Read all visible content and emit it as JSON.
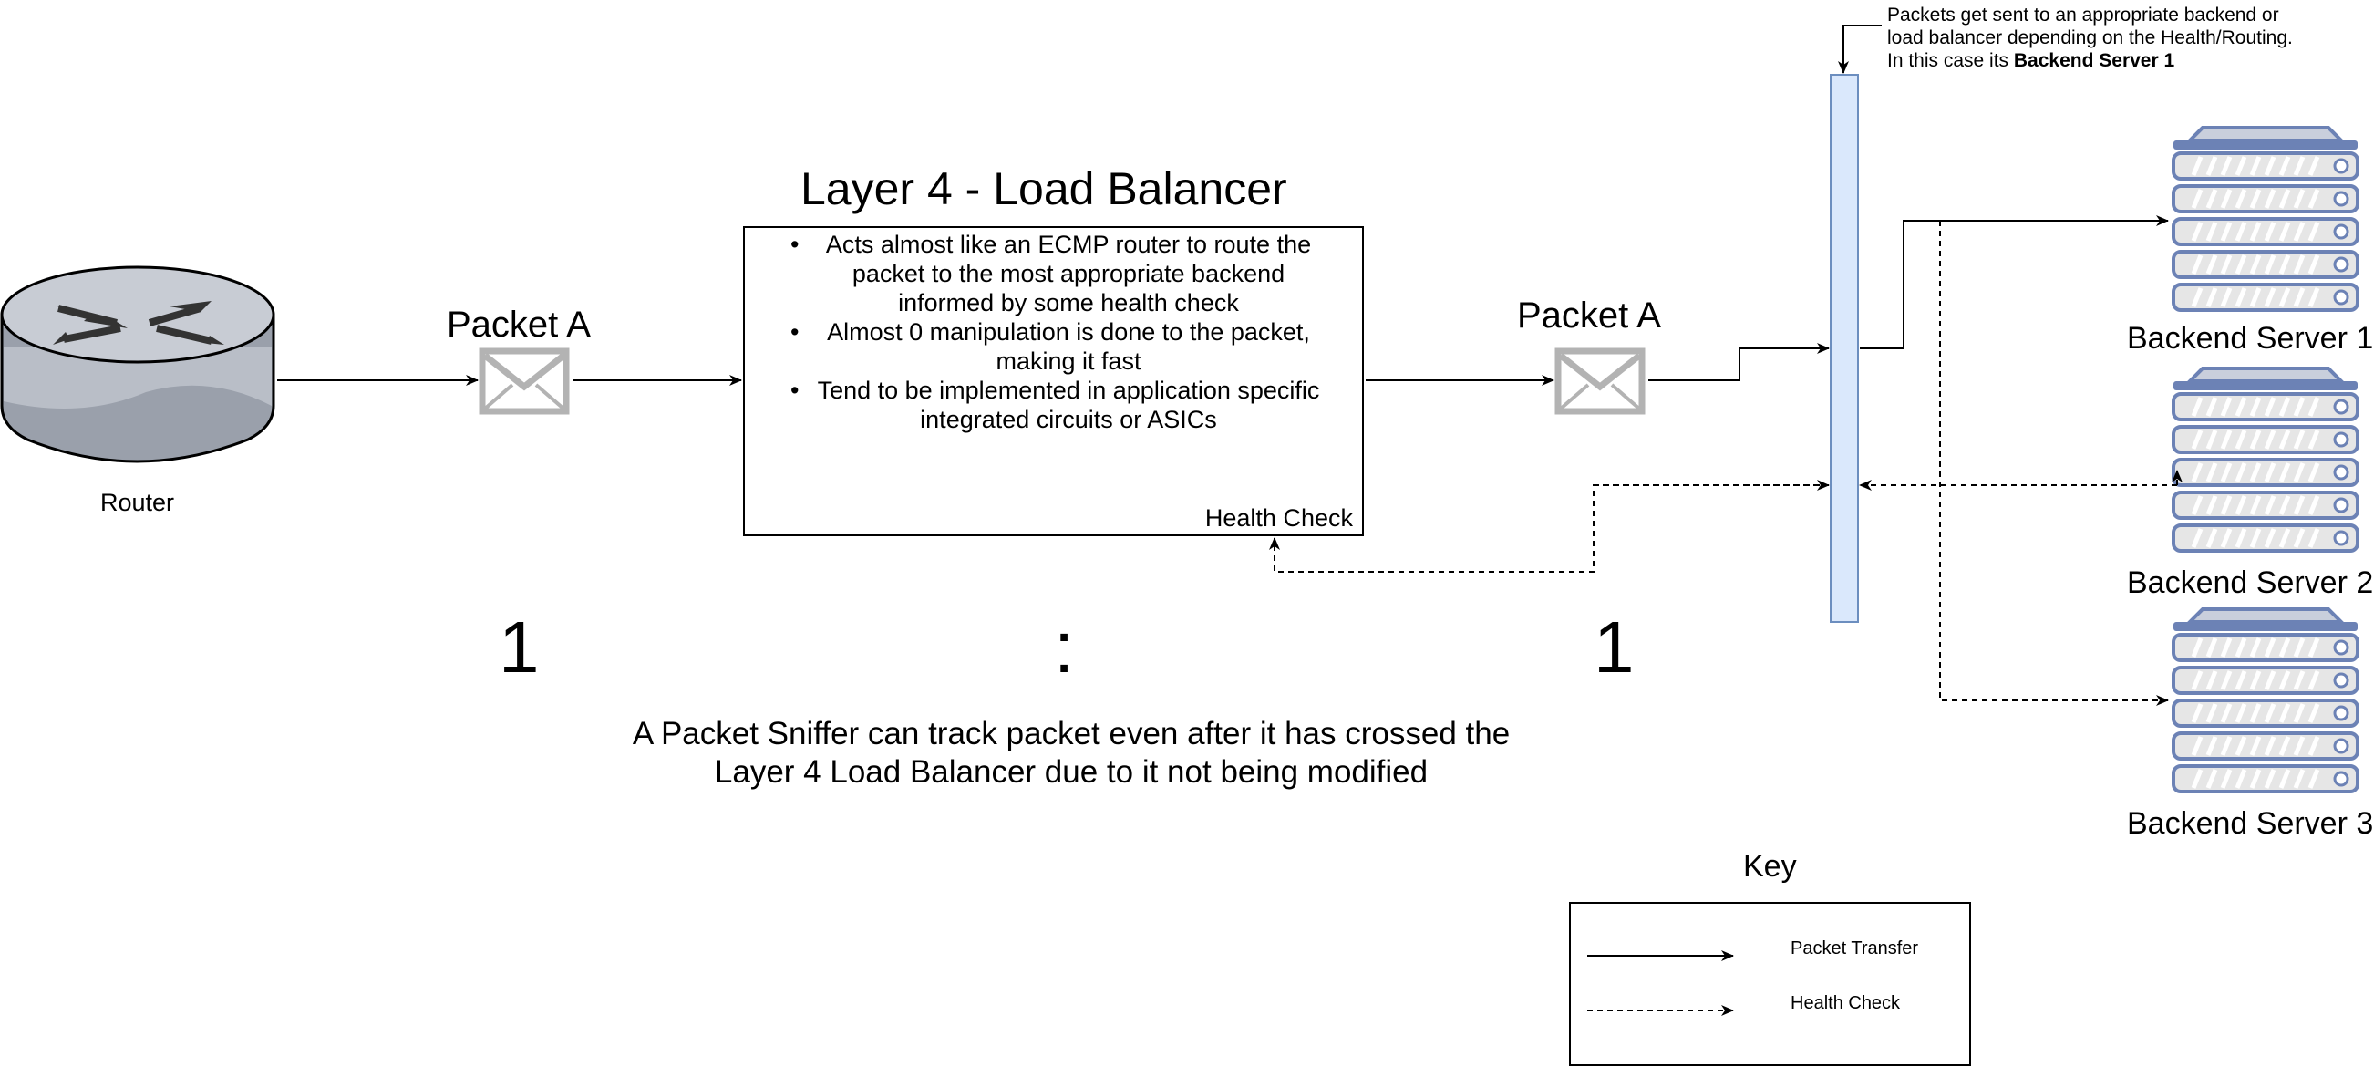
{
  "router": {
    "label": "Router"
  },
  "packets": [
    {
      "label": "Packet A"
    },
    {
      "label": "Packet A"
    }
  ],
  "load_balancer": {
    "title": "Layer 4 - Load Balancer",
    "bullets": [
      "Acts almost like an ECMP router to route the packet to the most appropriate backend informed by some health check",
      "Almost 0 manipulation is done to the packet, making it fast",
      "Tend to be implemented in application specific integrated circuits or ASICs"
    ],
    "health_check_label": "Health Check"
  },
  "ratio": {
    "left": "1",
    "separator": ":",
    "right": "1"
  },
  "sniffer_note": {
    "line1": "A Packet Sniffer can track packet even after it has crossed the",
    "line2": "Layer 4 Load Balancer due to it not being modified"
  },
  "routing_note": {
    "line1": "Packets get sent to an appropriate backend or",
    "line2": "load balancer depending on the Health/Routing.",
    "line3_prefix": "In this case its ",
    "line3_bold": "Backend Server 1"
  },
  "servers": [
    {
      "label": "Backend Server 1"
    },
    {
      "label": "Backend Server 2"
    },
    {
      "label": "Backend Server 3"
    }
  ],
  "key": {
    "title": "Key",
    "items": [
      {
        "label": "Packet Transfer"
      },
      {
        "label": "Health Check"
      }
    ]
  },
  "colors": {
    "router_top": "#c8ccd4",
    "router_body": "#9aa0ab",
    "envelope": "#b3b3b3",
    "server_body": "#e6e6e6",
    "server_stroke": "#6c82b5",
    "server_top": "#c9cfdc",
    "switch_fill": "#dae8fc",
    "switch_stroke": "#6c8ebf",
    "heart": "#1ba1e2"
  }
}
